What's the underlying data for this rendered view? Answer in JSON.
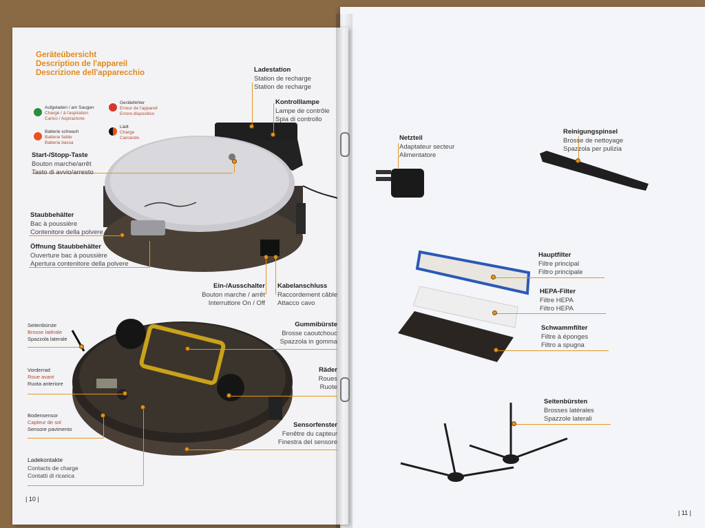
{
  "colors": {
    "accent": "#e2961c",
    "led_green": "#2e8b3a",
    "led_red": "#d33a2a",
    "led_orange": "#e8521e"
  },
  "left_page": {
    "heading": [
      "Geräteübersicht",
      "Description de l'appareil",
      "Descrizione dell'apparecchio"
    ],
    "led_legend": [
      {
        "icon": "led-green-icon",
        "lines": [
          "Aufgeladen / am Saugen",
          "Chargé / à l'aspiration",
          "Carico / Aspirazione"
        ]
      },
      {
        "icon": "led-red-icon",
        "lines": [
          "Gerätefehler",
          "Erreur de l'appareil",
          "Errore dispositivo"
        ]
      },
      {
        "icon": "led-orange-icon",
        "lines": [
          "Batterie schwach",
          "Batterie faible",
          "Batteria bassa"
        ]
      },
      {
        "icon": "led-half-icon",
        "lines": [
          "Lädt",
          "Charge",
          "Carcando"
        ]
      }
    ],
    "callouts": {
      "start_stop": [
        "Start-/Stopp-Taste",
        "Bouton marche/arrêt",
        "Tasto di avvio/arresto"
      ],
      "dust_bin": [
        "Staubbehälter",
        "Bac à poussière",
        "Contenitore della polvere"
      ],
      "dust_bin_opening": [
        "Öffnung Staubbehälter",
        "Ouverture bac à poussière",
        "Apertura contenitore della polvere"
      ],
      "charging_station": [
        "Ladestation",
        "Station de recharge",
        "Station de recharge"
      ],
      "control_lamp": [
        "Kontrolllampe",
        "Lampe de contrôle",
        "Spia di controllo"
      ],
      "power_switch": [
        "Ein-/Ausschalter",
        "Bouton marche / arrêt",
        "Interruttore On / Off"
      ],
      "cable_connection": [
        "Kabelanschluss",
        "Raccordement câble",
        "Attacco cavo"
      ],
      "side_brush": [
        "Seitenbürste",
        "Brosse latérale",
        "Spazzola laterale"
      ],
      "front_wheel": [
        "Vorderrad",
        "Roue avant",
        "Ruota anteriore"
      ],
      "floor_sensor": [
        "Bodensensor",
        "Capteur de sol",
        "Sensore pavimento"
      ],
      "charging_contacts": [
        "Ladekontakte",
        "Contacts de charge",
        "Contatti di ricarica"
      ],
      "rubber_brush": [
        "Gummibürste",
        "Brosse caoutchouc",
        "Spazzola in gomma"
      ],
      "wheels": [
        "Räder",
        "Roues",
        "Ruote"
      ],
      "sensor_window": [
        "Sensorfenster",
        "Fenêtre du capteur",
        "Finestra del sensore"
      ]
    },
    "page_number": "| 10 |"
  },
  "right_page": {
    "callouts": {
      "power_adapter": [
        "Netzteil",
        "Adaptateur secteur",
        "Alimentatore"
      ],
      "cleaning_brush": [
        "Reinigungspinsel",
        "Brosse de nettoyage",
        "Spazzola per pulizia"
      ],
      "main_filter": [
        "Hauptfilter",
        "Filtre principal",
        "Filtro principale"
      ],
      "hepa_filter": [
        "HEPA-Filter",
        "Filtre HEPA",
        "Filtro HEPA"
      ],
      "sponge_filter": [
        "Schwammfilter",
        "Filtre à éponges",
        "Filtro a spugna"
      ],
      "side_brushes": [
        "Seitenbürsten",
        "Brosses latérales",
        "Spazzole laterali"
      ]
    },
    "page_number": "| 11 |"
  }
}
